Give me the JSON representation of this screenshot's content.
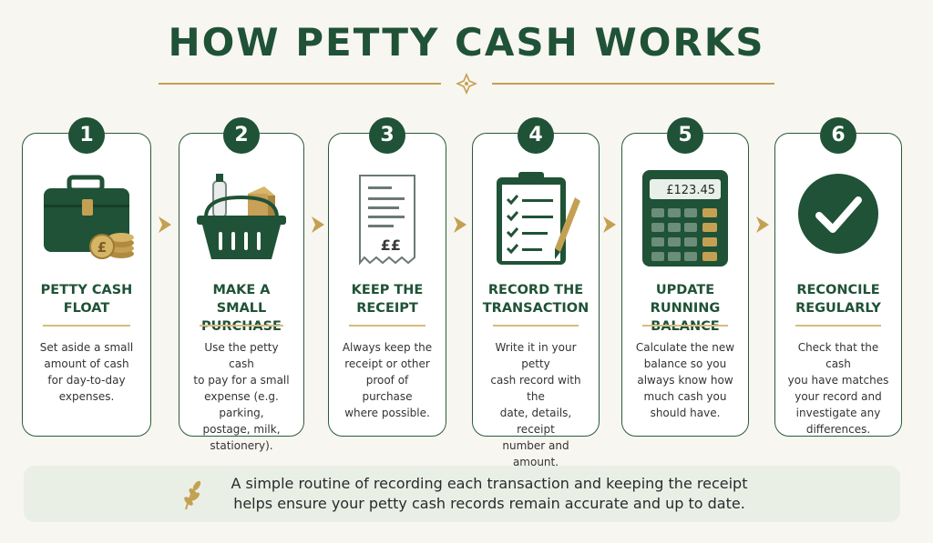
{
  "title": "HOW PETTY CASH WORKS",
  "steps": [
    {
      "number": "1",
      "title_line1": "PETTY CASH",
      "title_line2": "FLOAT",
      "desc": [
        "Set aside a small",
        "amount of cash",
        "for day-to-day",
        "expenses."
      ],
      "icon": "cash-box-icon"
    },
    {
      "number": "2",
      "title_line1": "MAKE A SMALL",
      "title_line2": "PURCHASE",
      "desc": [
        "Use the petty cash",
        "to pay for a small",
        "expense (e.g. parking,",
        "postage, milk,",
        "stationery)."
      ],
      "icon": "shopping-basket-icon"
    },
    {
      "number": "3",
      "title_line1": "KEEP THE",
      "title_line2": "RECEIPT",
      "desc": [
        "Always keep the",
        "receipt or other",
        "proof of purchase",
        "where possible."
      ],
      "icon": "receipt-icon",
      "receipt_text": "££"
    },
    {
      "number": "4",
      "title_line1": "RECORD THE",
      "title_line2": "TRANSACTION",
      "desc": [
        "Write it in your petty",
        "cash record with the",
        "date, details, receipt",
        "number and amount."
      ],
      "icon": "clipboard-icon"
    },
    {
      "number": "5",
      "title_line1": "UPDATE RUNNING",
      "title_line2": "BALANCE",
      "desc": [
        "Calculate the new",
        "balance so you",
        "always know how",
        "much cash you",
        "should have."
      ],
      "icon": "calculator-icon",
      "calc_display": "£123.45"
    },
    {
      "number": "6",
      "title_line1": "RECONCILE",
      "title_line2": "REGULARLY",
      "desc": [
        "Check that the cash",
        "you have matches",
        "your record and",
        "investigate any",
        "differences."
      ],
      "icon": "checkmark-icon"
    }
  ],
  "footer": {
    "line1": "A simple routine of recording each transaction and keeping the receipt",
    "line2": "helps ensure your petty cash records remain accurate and up to date."
  },
  "colors": {
    "primary": "#1f5236",
    "accent": "#c4a052",
    "background": "#f8f6f0"
  }
}
